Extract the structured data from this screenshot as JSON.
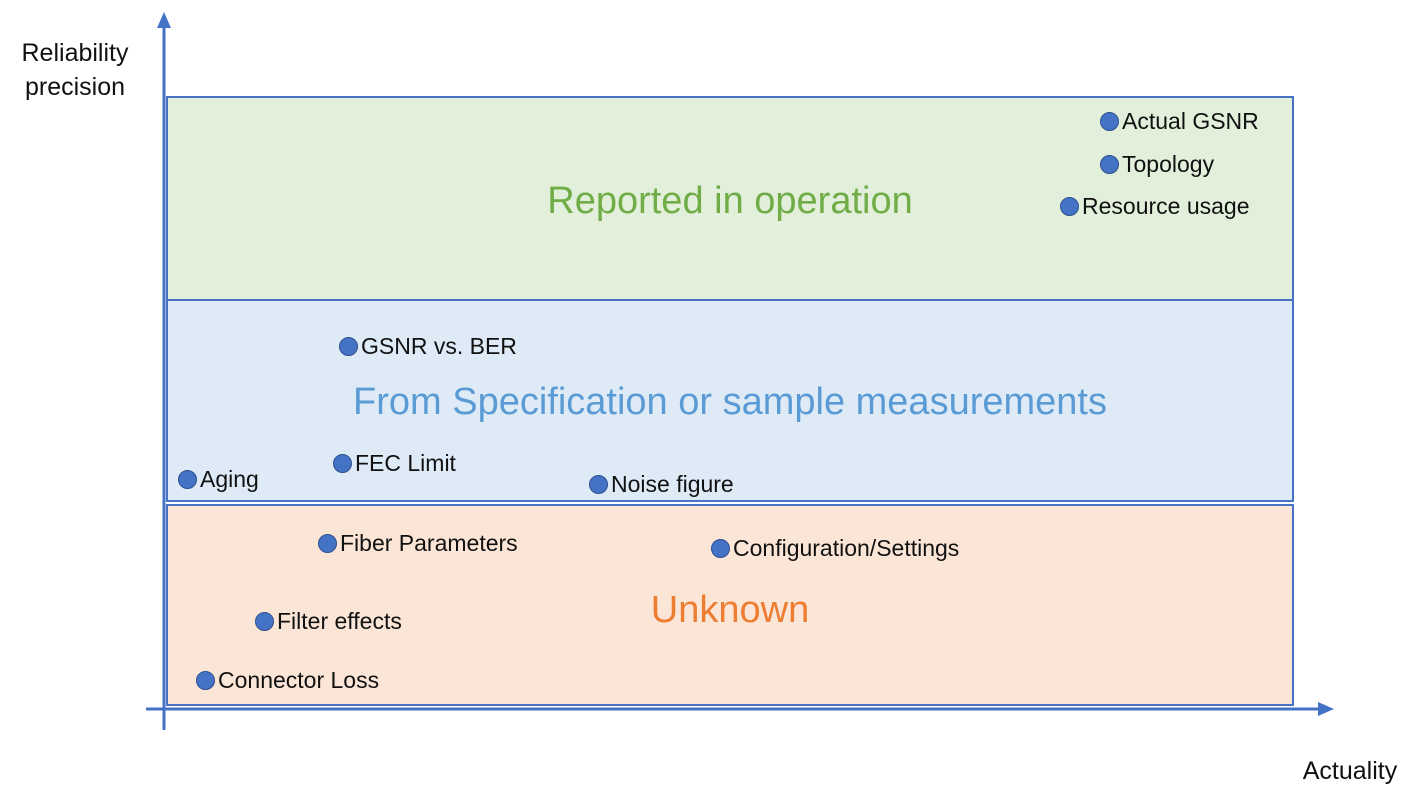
{
  "axes": {
    "y_label_line1": "Reliability",
    "y_label_line2": "precision",
    "x_label": "Actuality",
    "axis_color": "#4472c4"
  },
  "zones": {
    "reported": {
      "title": "Reported in operation",
      "fill": "#e2efda",
      "text_color": "#70ad47",
      "items": [
        "Actual GSNR",
        "Topology",
        "Resource usage"
      ]
    },
    "spec": {
      "title": "From Specification or sample measurements",
      "fill": "#deebf7",
      "text_color": "#5b9bd5",
      "items": [
        "GSNR vs. BER",
        "Aging",
        "FEC Limit",
        "Noise figure"
      ]
    },
    "unknown": {
      "title": "Unknown",
      "fill": "#fbe5d6",
      "text_color": "#ed7d31",
      "items": [
        "Fiber Parameters",
        "Configuration/Settings",
        "Filter effects",
        "Connector Loss"
      ]
    }
  }
}
